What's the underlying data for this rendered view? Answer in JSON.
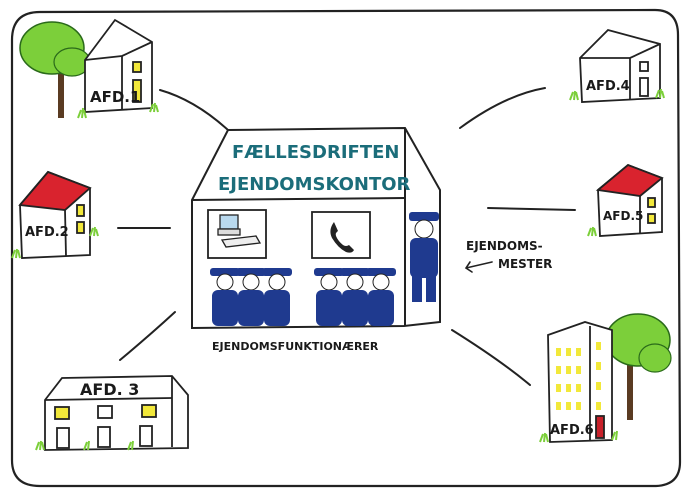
{
  "diagram": {
    "center": {
      "title_line1": "FÆLLESDRIFTEN",
      "title_line2": "EJENDOMSKONTOR",
      "staff_label": "EJENDOMSFUNKTIONÆRER",
      "manager_label_line1": "EJENDOMS-",
      "manager_label_line2": "MESTER"
    },
    "departments": [
      {
        "label": "AFD.1"
      },
      {
        "label": "AFD.2"
      },
      {
        "label": "AFD. 3"
      },
      {
        "label": "AFD.4"
      },
      {
        "label": "AFD.5"
      },
      {
        "label": "AFD.6"
      }
    ],
    "colors": {
      "roof_red": "#d9232e",
      "window_yellow": "#f2e83a",
      "tree_green": "#7ccf3a",
      "uniform_blue": "#1f3a8f",
      "title_teal": "#1b6d7a",
      "door_red": "#c8202a"
    }
  }
}
